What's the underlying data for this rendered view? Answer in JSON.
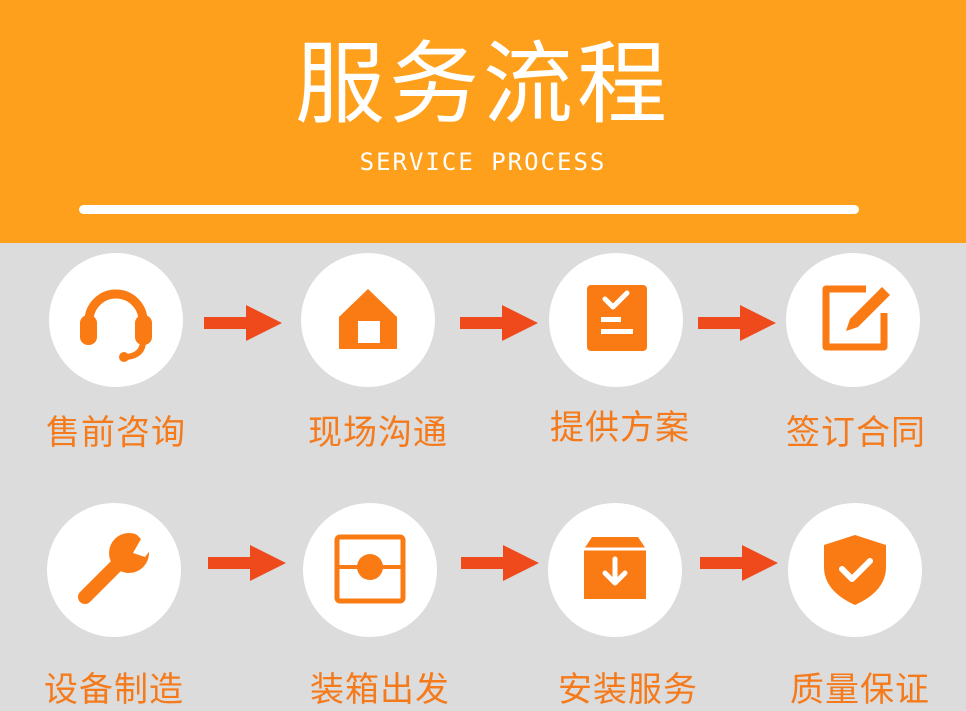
{
  "header": {
    "title": "服务流程",
    "subtitle": "SERVICE PROCESS"
  },
  "colors": {
    "header_bg": "#fea01b",
    "body_bg": "#dcdcdc",
    "icon_orange": "#fa7a14",
    "label_orange": "#f47a1c",
    "arrow_red": "#ee4a1c"
  },
  "steps": [
    {
      "label": "售前咨询",
      "icon": "headset-icon"
    },
    {
      "label": "现场沟通",
      "icon": "house-icon"
    },
    {
      "label": "提供方案",
      "icon": "document-check-icon"
    },
    {
      "label": "签订合同",
      "icon": "edit-pen-icon"
    },
    {
      "label": "设备制造",
      "icon": "wrench-icon"
    },
    {
      "label": "装箱出发",
      "icon": "panel-box-icon"
    },
    {
      "label": "安装服务",
      "icon": "package-download-icon"
    },
    {
      "label": "质量保证",
      "icon": "shield-check-icon"
    }
  ]
}
